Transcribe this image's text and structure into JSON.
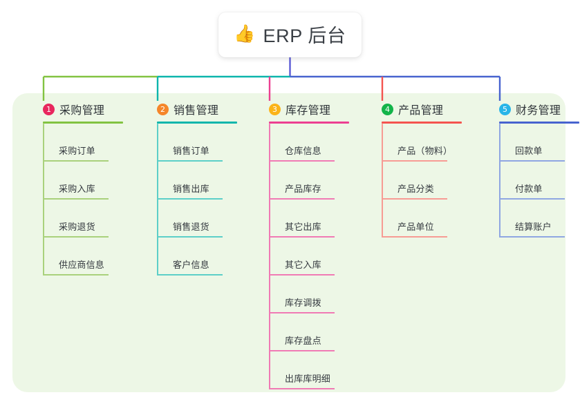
{
  "diagram": {
    "type": "mind-map",
    "root": {
      "emoji": "👍",
      "emoji_name": "thumbs-up-emoji",
      "title": "ERP 后台"
    },
    "panel_color": "#edf7e6",
    "root_stem_color": "#5b5bd6",
    "branches": [
      {
        "index": "1",
        "title": "采购管理",
        "badge_color": "#e8275e",
        "line_color": "#82c341",
        "item_line_color": "#a9d17c",
        "items": [
          "采购订单",
          "采购入库",
          "采购退货",
          "供应商信息"
        ]
      },
      {
        "index": "2",
        "title": "销售管理",
        "badge_color": "#f5862a",
        "line_color": "#0cb5ac",
        "item_line_color": "#5ccfc8",
        "items": [
          "销售订单",
          "销售出库",
          "销售退货",
          "客户信息"
        ]
      },
      {
        "index": "3",
        "title": "库存管理",
        "badge_color": "#fbb419",
        "line_color": "#ec3f91",
        "item_line_color": "#f07ab4",
        "items": [
          "仓库信息",
          "产品库存",
          "其它出库",
          "其它入库",
          "库存调拨",
          "库存盘点",
          "出库库明细"
        ]
      },
      {
        "index": "4",
        "title": "产品管理",
        "badge_color": "#13b44a",
        "line_color": "#f4544f",
        "item_line_color": "#f79b94",
        "items": [
          "产品（物料）",
          "产品分类",
          "产品单位"
        ]
      },
      {
        "index": "5",
        "title": "财务管理",
        "badge_color": "#28b5e8",
        "line_color": "#4763cf",
        "item_line_color": "#8fa6e2",
        "items": [
          "回款单",
          "付款单",
          "结算账户"
        ]
      }
    ]
  }
}
